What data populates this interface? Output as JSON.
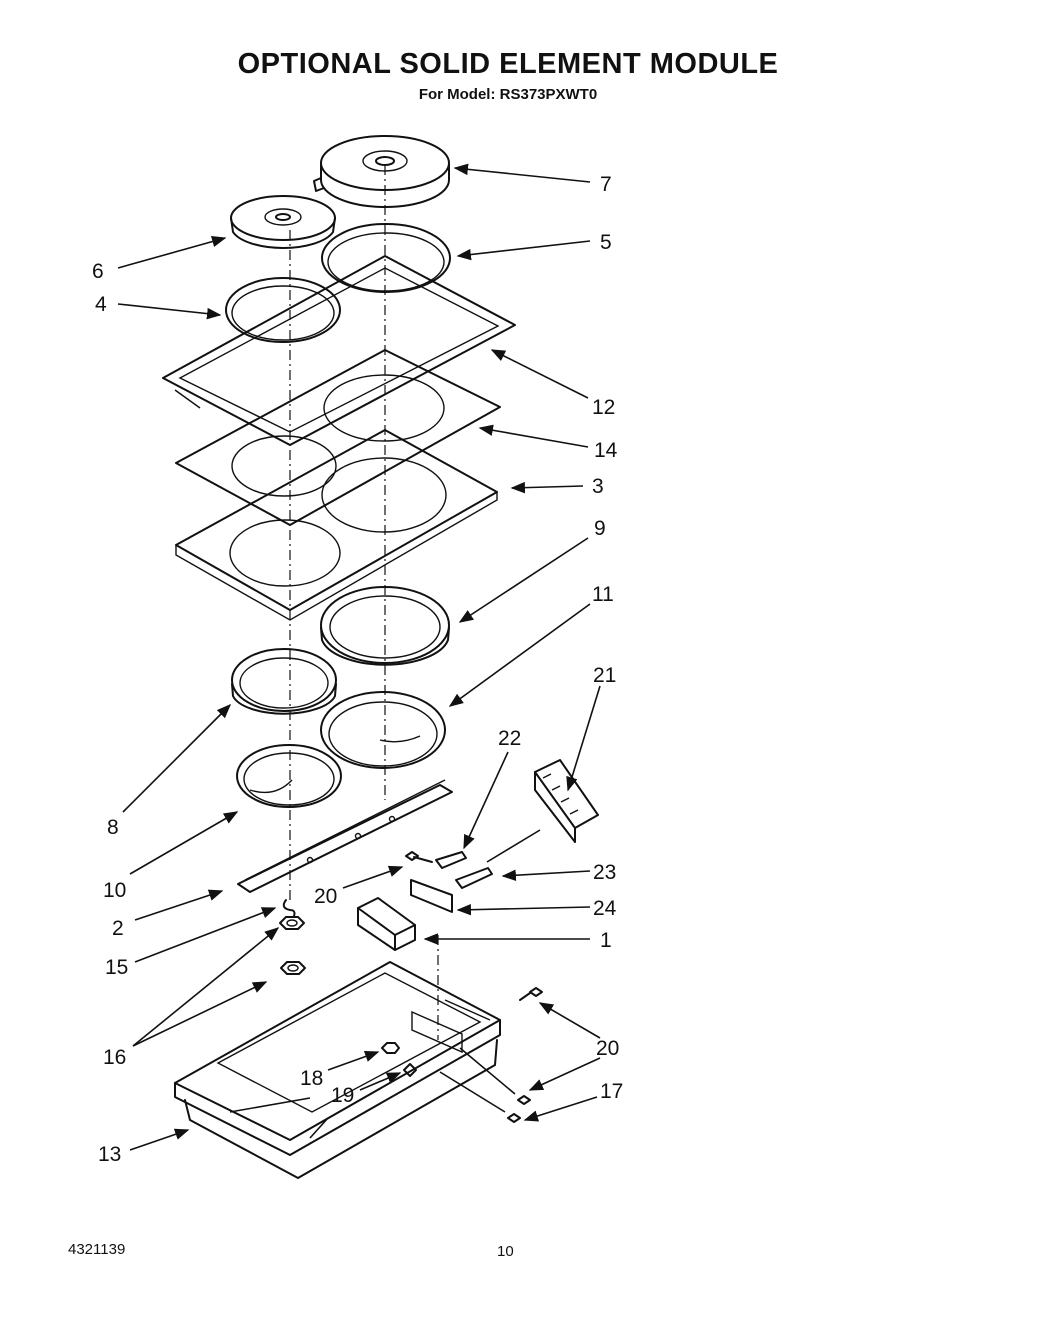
{
  "header": {
    "title": "OPTIONAL SOLID ELEMENT MODULE",
    "subtitle": "For Model: RS373PXWT0"
  },
  "footer": {
    "part_number": "4321139",
    "page": "10"
  },
  "callouts": [
    "7",
    "5",
    "6",
    "4",
    "12",
    "14",
    "3",
    "9",
    "11",
    "21",
    "22",
    "8",
    "10",
    "20",
    "23",
    "24",
    "2",
    "1",
    "15",
    "16",
    "20",
    "18",
    "19",
    "17",
    "13"
  ]
}
